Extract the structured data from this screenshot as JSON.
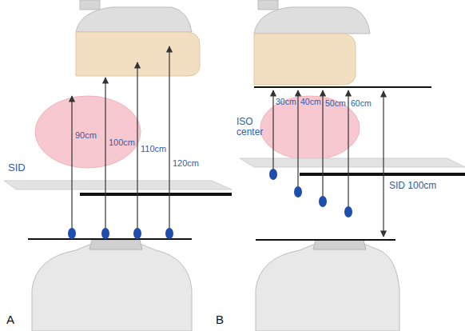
{
  "diagram": {
    "labels": [
      "SID",
      "90cm",
      "100cm",
      "110cm",
      "120cm",
      "ISO center",
      "30cm",
      "40cm",
      "50cm",
      "60cm",
      "SID 100cm",
      "A",
      "B"
    ]
  }
}
